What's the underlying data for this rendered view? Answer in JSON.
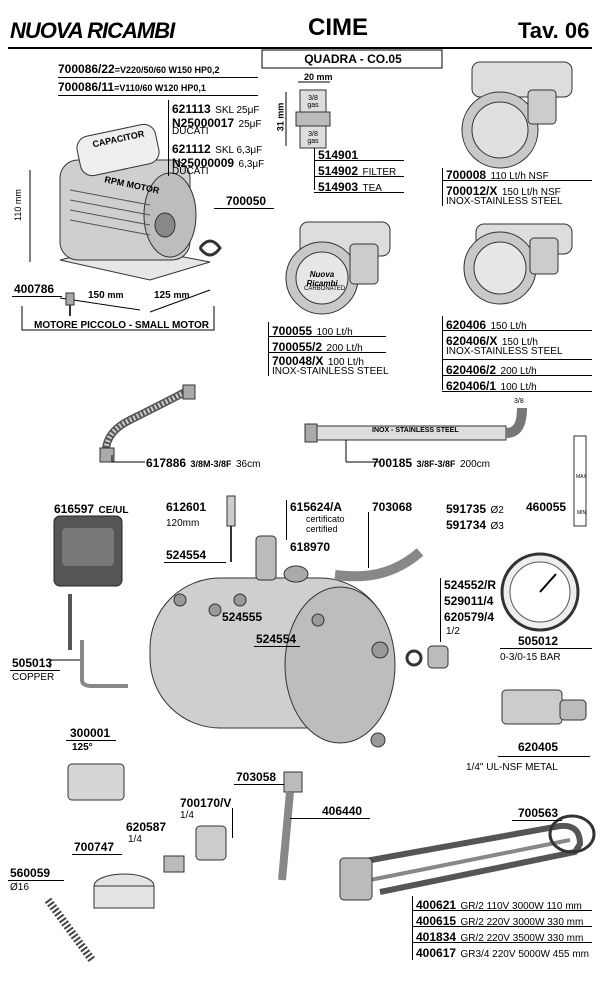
{
  "header": {
    "brand": "NUOVA RICAMBI",
    "title": "CIME",
    "table": "Tav. 06",
    "subtitle": "QUADRA - CO.05"
  },
  "motor": {
    "model_a_code": "700086/22",
    "model_a_spec": "=V220/50/60 W150 HP0,2",
    "model_b_code": "700086/11",
    "model_b_spec": "=V110/60 W120 HP0,1",
    "capacitors": [
      {
        "code": "621113",
        "spec": "SKL 25μF",
        "brand": ""
      },
      {
        "code": "N25000017",
        "spec": "25μF",
        "brand": "DUCATI"
      },
      {
        "code": "621112",
        "spec": "SKL 6,3μF",
        "brand": ""
      },
      {
        "code": "N25000009",
        "spec": "6,3μF",
        "brand": "DUCATI"
      }
    ],
    "capacitor_label": "CAPACITOR",
    "rpm_label": "RPM MOTOR",
    "clamp_code": "700050",
    "screw_code": "400786",
    "dim_height": "110",
    "dim_width": "150",
    "dim_depth": "125",
    "dim_unit": "mm",
    "caption": "MOTORE PICCOLO  -  SMALL MOTOR"
  },
  "fitting": {
    "dim_width": "20",
    "dim_height": "31",
    "dim_unit": "mm",
    "thread_top": "3/8 gas",
    "thread_bottom": "3/8 gas",
    "items": [
      {
        "code": "514901",
        "desc": ""
      },
      {
        "code": "514902",
        "desc": "FILTER"
      },
      {
        "code": "514903",
        "desc": "TEA"
      }
    ]
  },
  "pump_nsf": {
    "lines": [
      {
        "code": "700008",
        "desc": "110 Lt/h NSF"
      },
      {
        "code": "700012/X",
        "desc": "150 Lt/h NSF"
      }
    ],
    "note": "INOX-STAINLESS STEEL"
  },
  "pump_nr": {
    "lines": [
      {
        "code": "700055",
        "desc": "100 Lt/h"
      },
      {
        "code": "700055/2",
        "desc": "200 Lt/h"
      },
      {
        "code": "700048/X",
        "desc": "100 Lt/h"
      }
    ],
    "note": "INOX-STAINLESS STEEL",
    "brand": "Nuova Ricambi",
    "badge": "CARBONATED"
  },
  "pump_620": {
    "lines": [
      {
        "code": "620406",
        "desc": "150 Lt/h"
      },
      {
        "code": "620406/X",
        "desc": "150 Lt/h"
      }
    ],
    "note": "INOX-STAINLESS STEEL",
    "lines2": [
      {
        "code": "620406/2",
        "desc": "200 Lt/h"
      },
      {
        "code": "620406/1",
        "desc": "100 Lt/h"
      }
    ]
  },
  "hoses": {
    "hose_a_code": "617886",
    "hose_a_spec": "3/8M-3/8F",
    "hose_a_len": "36cm",
    "hose_b_code": "700185",
    "hose_b_spec": "3/8F-3/8F",
    "hose_b_len": "200cm",
    "hose_b_label": "INOX - STAINLESS STEEL",
    "hose_b_thread": "3/8"
  },
  "boiler": {
    "pressostat_code": "616597",
    "pressostat_cert": "CE/UL",
    "sensor_code": "612601",
    "sensor_len": "120mm",
    "valve_code": "615624/A",
    "valve_note1": "certificato",
    "valve_note2": "certified",
    "fitting_code": "703068",
    "nut_a_code": "591735",
    "nut_a_size": "Ø2",
    "nut_b_code": "591734",
    "nut_b_size": "Ø3",
    "level_code": "460055",
    "level_max": "MAX",
    "level_min": "MIN",
    "gasket_a": "524554",
    "gasket_b": "524555",
    "gasket_c": "524554",
    "cap_code": "618970",
    "plug_codes": [
      "524552/R",
      "529011/4",
      "620579/4"
    ],
    "plug_size": "1/2",
    "gauge_code": "505012",
    "gauge_scale": "0-3/0-15 BAR",
    "pipe_code": "505013",
    "pipe_material": "COPPER",
    "thermostat_code": "300001",
    "thermostat_temp": "125°",
    "elbow_code": "703058",
    "tube_code": "406440",
    "switch_code": "620405",
    "switch_spec": "1/4\" UL-NSF METAL",
    "tap_code": "700170/V",
    "tap_size": "1/4",
    "nipple_code": "620587",
    "nipple_size": "1/4",
    "flange_code": "700747",
    "spring_code": "560059",
    "spring_size": "Ø16",
    "heater_gasket_code": "700563"
  },
  "heaters": [
    {
      "code": "400621",
      "spec": "GR/2 110V 3000W 110 mm"
    },
    {
      "code": "400615",
      "spec": "GR/2 220V 3000W 330 mm"
    },
    {
      "code": "401834",
      "spec": "GR/2 220V 3500W 330 mm"
    },
    {
      "code": "400617",
      "spec": "GR3/4 220V 5000W 455 mm"
    }
  ]
}
